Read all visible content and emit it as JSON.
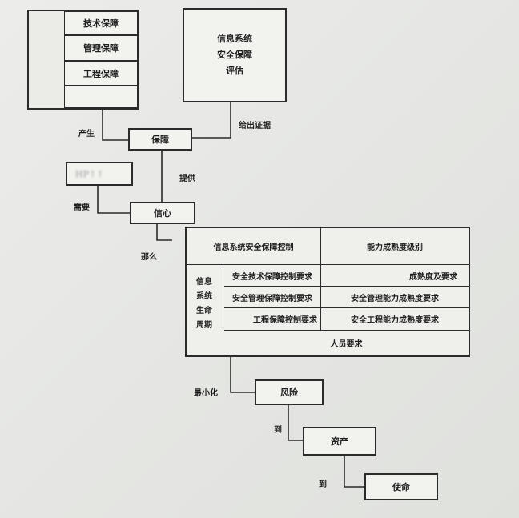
{
  "left_stack": {
    "items": [
      "技术保障",
      "管理保障",
      "工程保障",
      ""
    ]
  },
  "eval_box": {
    "lines": [
      "信息系统",
      "安全保障",
      "评估"
    ]
  },
  "labels": {
    "produce": "产生",
    "evidence": "给出证据",
    "provide": "提供",
    "need": "需要",
    "so": "那么",
    "minimize": "最小化",
    "to1": "到",
    "to2": "到"
  },
  "nodes": {
    "assurance": "保障",
    "confidence": "信心",
    "small_box": "HP↑↑",
    "risk": "风险",
    "assets": "资产",
    "mission": "使命"
  },
  "table": {
    "header_left": "信息系统安全保障控制",
    "header_right": "能力成熟度级别",
    "lifecycle": [
      "信息",
      "系统",
      "生命",
      "周期"
    ],
    "rows": [
      {
        "left": "安全技术保障控制要求",
        "right": "成熟度及要求"
      },
      {
        "left": "安全管理保障控制要求",
        "right": "安全管理能力成熟度要求"
      },
      {
        "left": "工程保障控制要求",
        "right": "安全工程能力成熟度要求"
      }
    ],
    "personnel": "人员要求"
  }
}
